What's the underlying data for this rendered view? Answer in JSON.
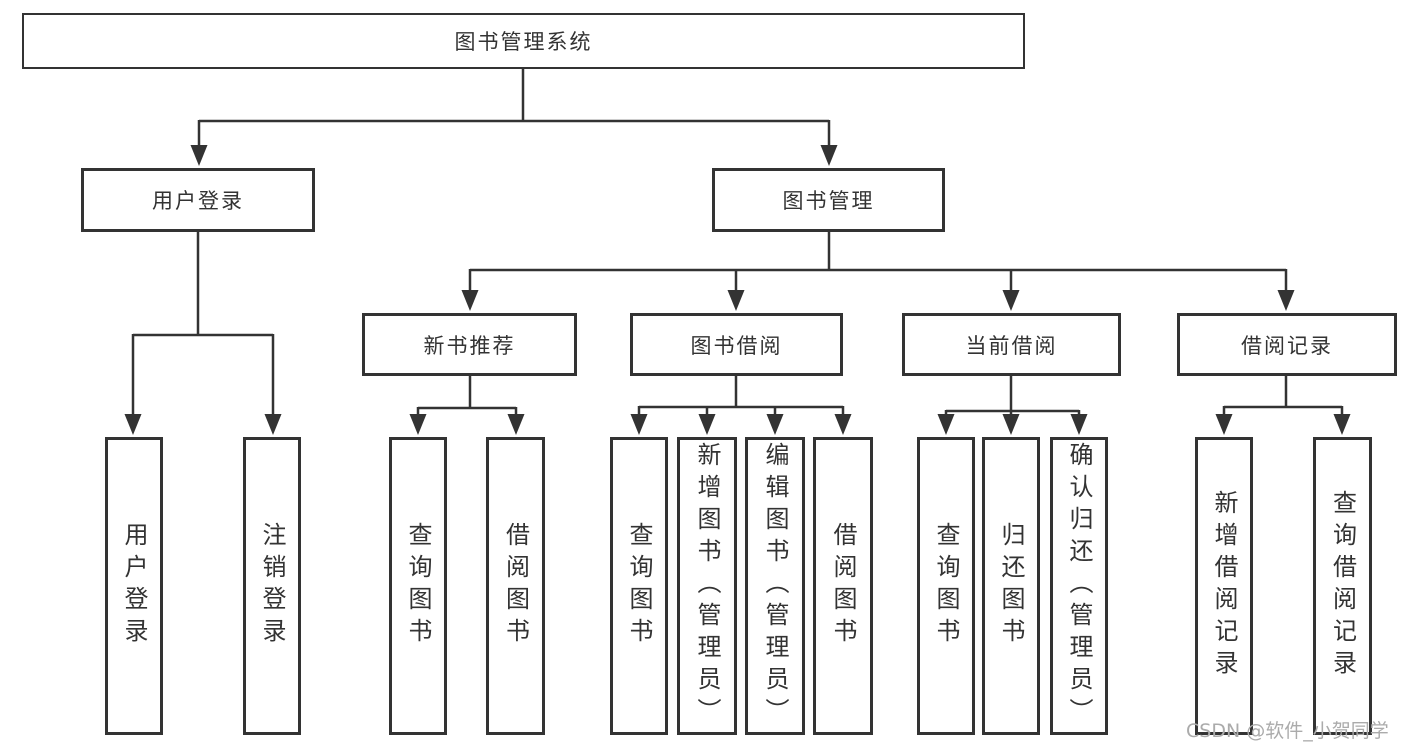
{
  "tree": {
    "root": {
      "label": "图书管理系统"
    },
    "branches": [
      {
        "label": "用户登录",
        "children": [
          {
            "label": "用户登录"
          },
          {
            "label": "注销登录"
          }
        ]
      },
      {
        "label": "图书管理",
        "children": [
          {
            "label": "新书推荐",
            "children": [
              {
                "label": "查询图书"
              },
              {
                "label": "借阅图书"
              }
            ]
          },
          {
            "label": "图书借阅",
            "children": [
              {
                "label": "查询图书"
              },
              {
                "label": "新增图书（管理员）"
              },
              {
                "label": "编辑图书（管理员）"
              },
              {
                "label": "借阅图书"
              }
            ]
          },
          {
            "label": "当前借阅",
            "children": [
              {
                "label": "查询图书"
              },
              {
                "label": "归还图书"
              },
              {
                "label": "确认归还（管理员）"
              }
            ]
          },
          {
            "label": "借阅记录",
            "children": [
              {
                "label": "新增借阅记录"
              },
              {
                "label": "查询借阅记录"
              }
            ]
          }
        ]
      }
    ]
  },
  "watermark": {
    "text": "CSDN @软件_小贺同学"
  },
  "colors": {
    "line": "#333333",
    "text": "#333333",
    "box_background": "#ffffff",
    "watermark": "#ababab",
    "background": "#ffffff"
  }
}
